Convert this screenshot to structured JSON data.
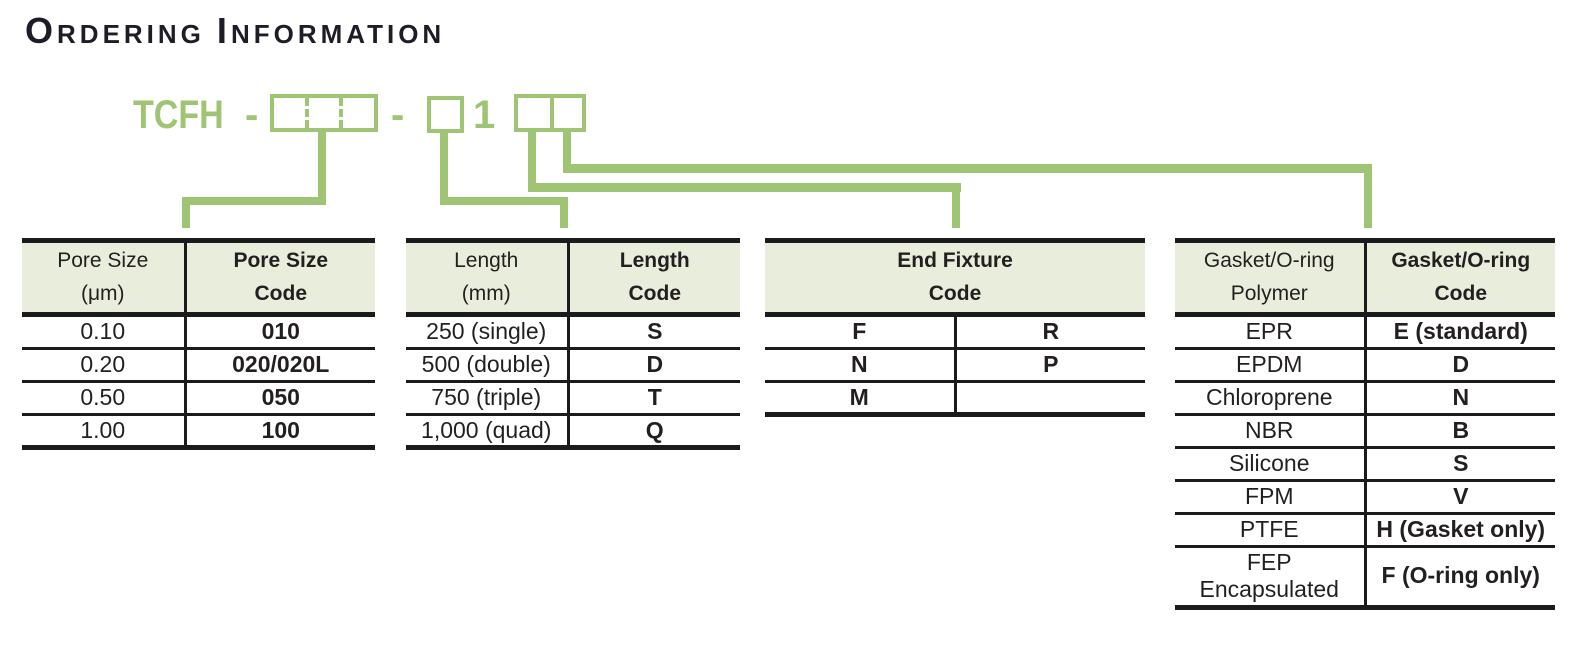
{
  "title": {
    "words": [
      {
        "initial": "O",
        "rest": "RDERING"
      },
      {
        "initial": "I",
        "rest": "NFORMATION"
      }
    ]
  },
  "colors": {
    "green": "#9fc473",
    "header_bg": "#e8eedb",
    "border": "#1b1b1d",
    "text": "#231f20"
  },
  "part_number": {
    "prefix": "TCFH",
    "separator": "-",
    "fixed_digit": "1"
  },
  "tables": [
    {
      "id": "pore-size-table",
      "columns": [
        {
          "label": "Pore Size\n(μm)",
          "bold": false
        },
        {
          "label": "Pore Size\nCode",
          "bold": true
        }
      ],
      "rows": [
        [
          "0.10",
          "010"
        ],
        [
          "0.20",
          "020/020L"
        ],
        [
          "0.50",
          "050"
        ],
        [
          "1.00",
          "100"
        ]
      ]
    },
    {
      "id": "length-table",
      "columns": [
        {
          "label": "Length\n(mm)",
          "bold": false
        },
        {
          "label": "Length\nCode",
          "bold": true
        }
      ],
      "rows": [
        [
          "250 (single)",
          "S"
        ],
        [
          "500 (double)",
          "D"
        ],
        [
          "750 (triple)",
          "T"
        ],
        [
          "1,000 (quad)",
          "Q"
        ]
      ]
    },
    {
      "id": "end-fixture-table",
      "header_span": "End Fixture\nCode",
      "both_bold": true,
      "columns": [],
      "rows": [
        [
          "F",
          "R"
        ],
        [
          "N",
          "P"
        ],
        [
          "M",
          ""
        ]
      ]
    },
    {
      "id": "gasket-oring-table",
      "columns": [
        {
          "label": "Gasket/O-ring\nPolymer",
          "bold": false
        },
        {
          "label": "Gasket/O-ring\nCode",
          "bold": true
        }
      ],
      "rows": [
        [
          "EPR",
          "E (standard)"
        ],
        [
          "EPDM",
          "D"
        ],
        [
          "Chloroprene",
          "N"
        ],
        [
          "NBR",
          "B"
        ],
        [
          "Silicone",
          "S"
        ],
        [
          "FPM",
          "V"
        ],
        [
          "PTFE",
          "H (Gasket only)"
        ],
        [
          "FEP\nEncapsulated",
          "F (O-ring only)"
        ]
      ]
    }
  ]
}
